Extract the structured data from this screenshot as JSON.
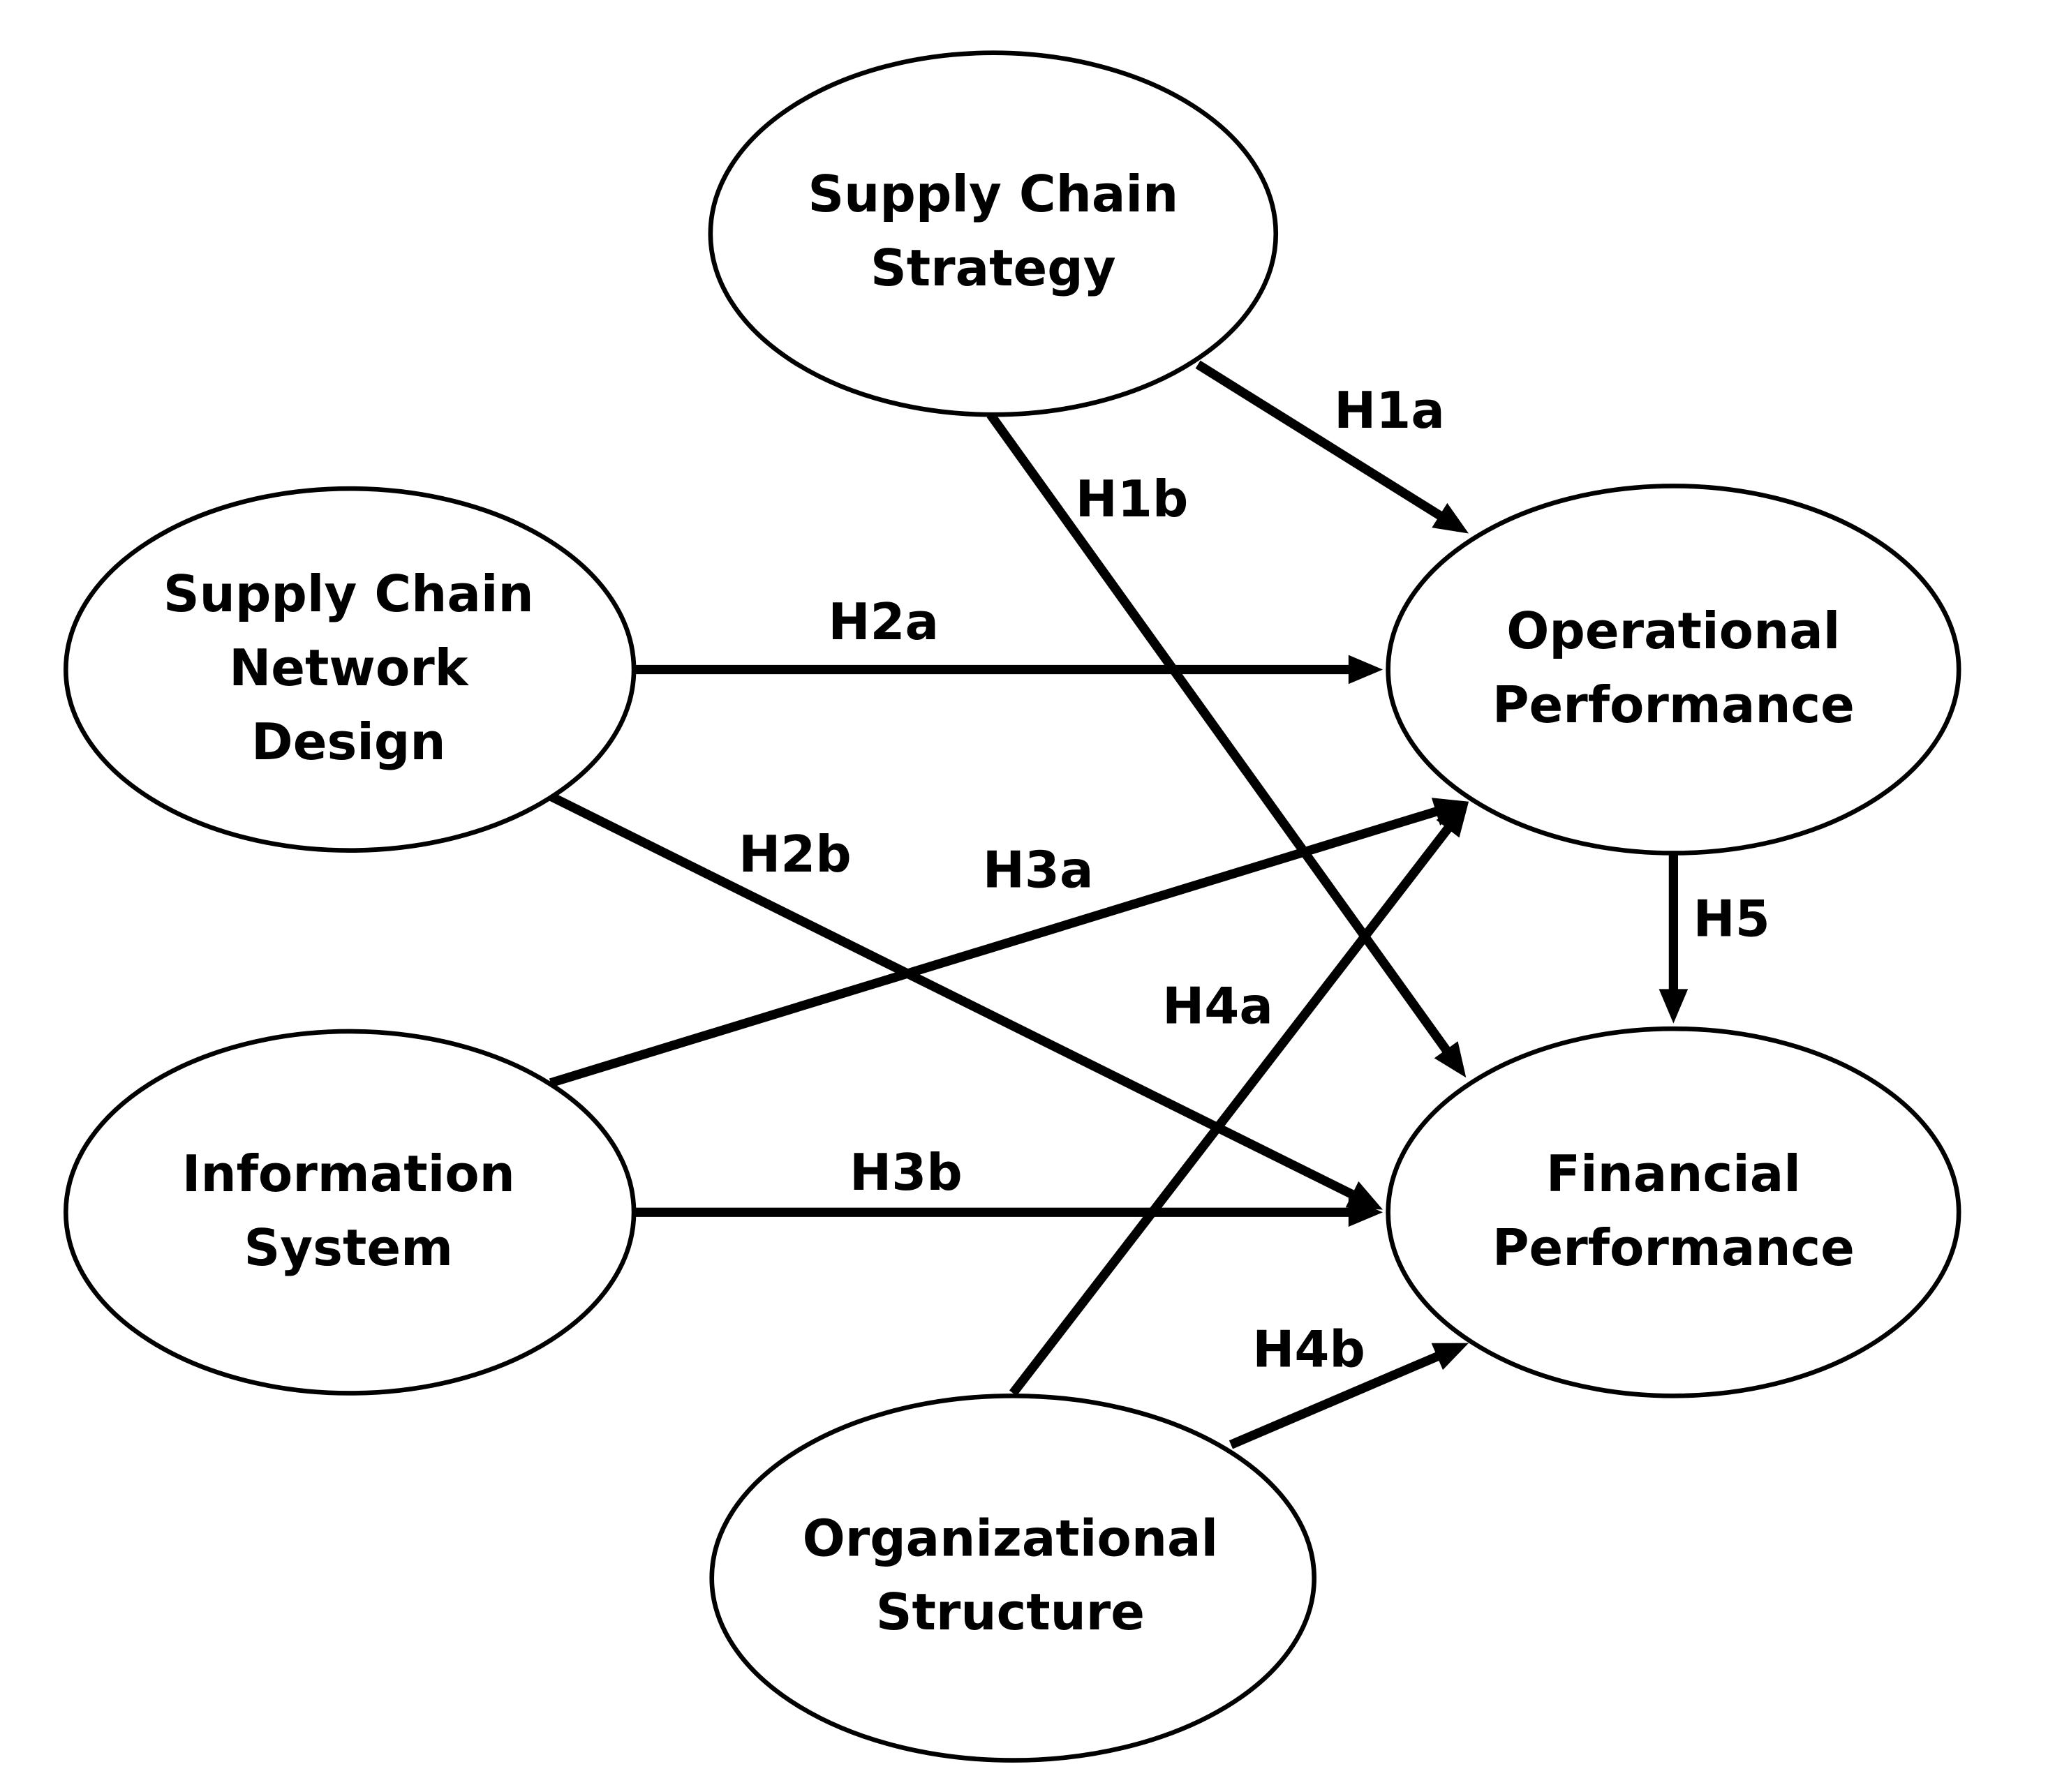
{
  "nodes": {
    "scs": {
      "lines": [
        "Supply Chain",
        "Strategy"
      ]
    },
    "scnd": {
      "lines": [
        "Supply Chain",
        "Network",
        "Design"
      ]
    },
    "is": {
      "lines": [
        "Information",
        "System"
      ]
    },
    "os": {
      "lines": [
        "Organizational",
        "Structure"
      ]
    },
    "op": {
      "lines": [
        "Operational",
        "Performance"
      ]
    },
    "fp": {
      "lines": [
        "Financial",
        "Performance"
      ]
    }
  },
  "edges": {
    "h1a": {
      "label": "H1a",
      "from": "Supply Chain Strategy",
      "to": "Operational Performance"
    },
    "h1b": {
      "label": "H1b",
      "from": "Supply Chain Strategy",
      "to": "Financial Performance"
    },
    "h2a": {
      "label": "H2a",
      "from": "Supply Chain Network Design",
      "to": "Operational Performance"
    },
    "h2b": {
      "label": "H2b",
      "from": "Supply Chain Network Design",
      "to": "Financial Performance"
    },
    "h3a": {
      "label": "H3a",
      "from": "Information System",
      "to": "Operational Performance"
    },
    "h3b": {
      "label": "H3b",
      "from": "Information System",
      "to": "Financial Performance"
    },
    "h4a": {
      "label": "H4a",
      "from": "Organizational Structure",
      "to": "Operational Performance"
    },
    "h4b": {
      "label": "H4b",
      "from": "Organizational Structure",
      "to": "Financial Performance"
    },
    "h5": {
      "label": "H5",
      "from": "Operational Performance",
      "to": "Financial Performance"
    }
  }
}
